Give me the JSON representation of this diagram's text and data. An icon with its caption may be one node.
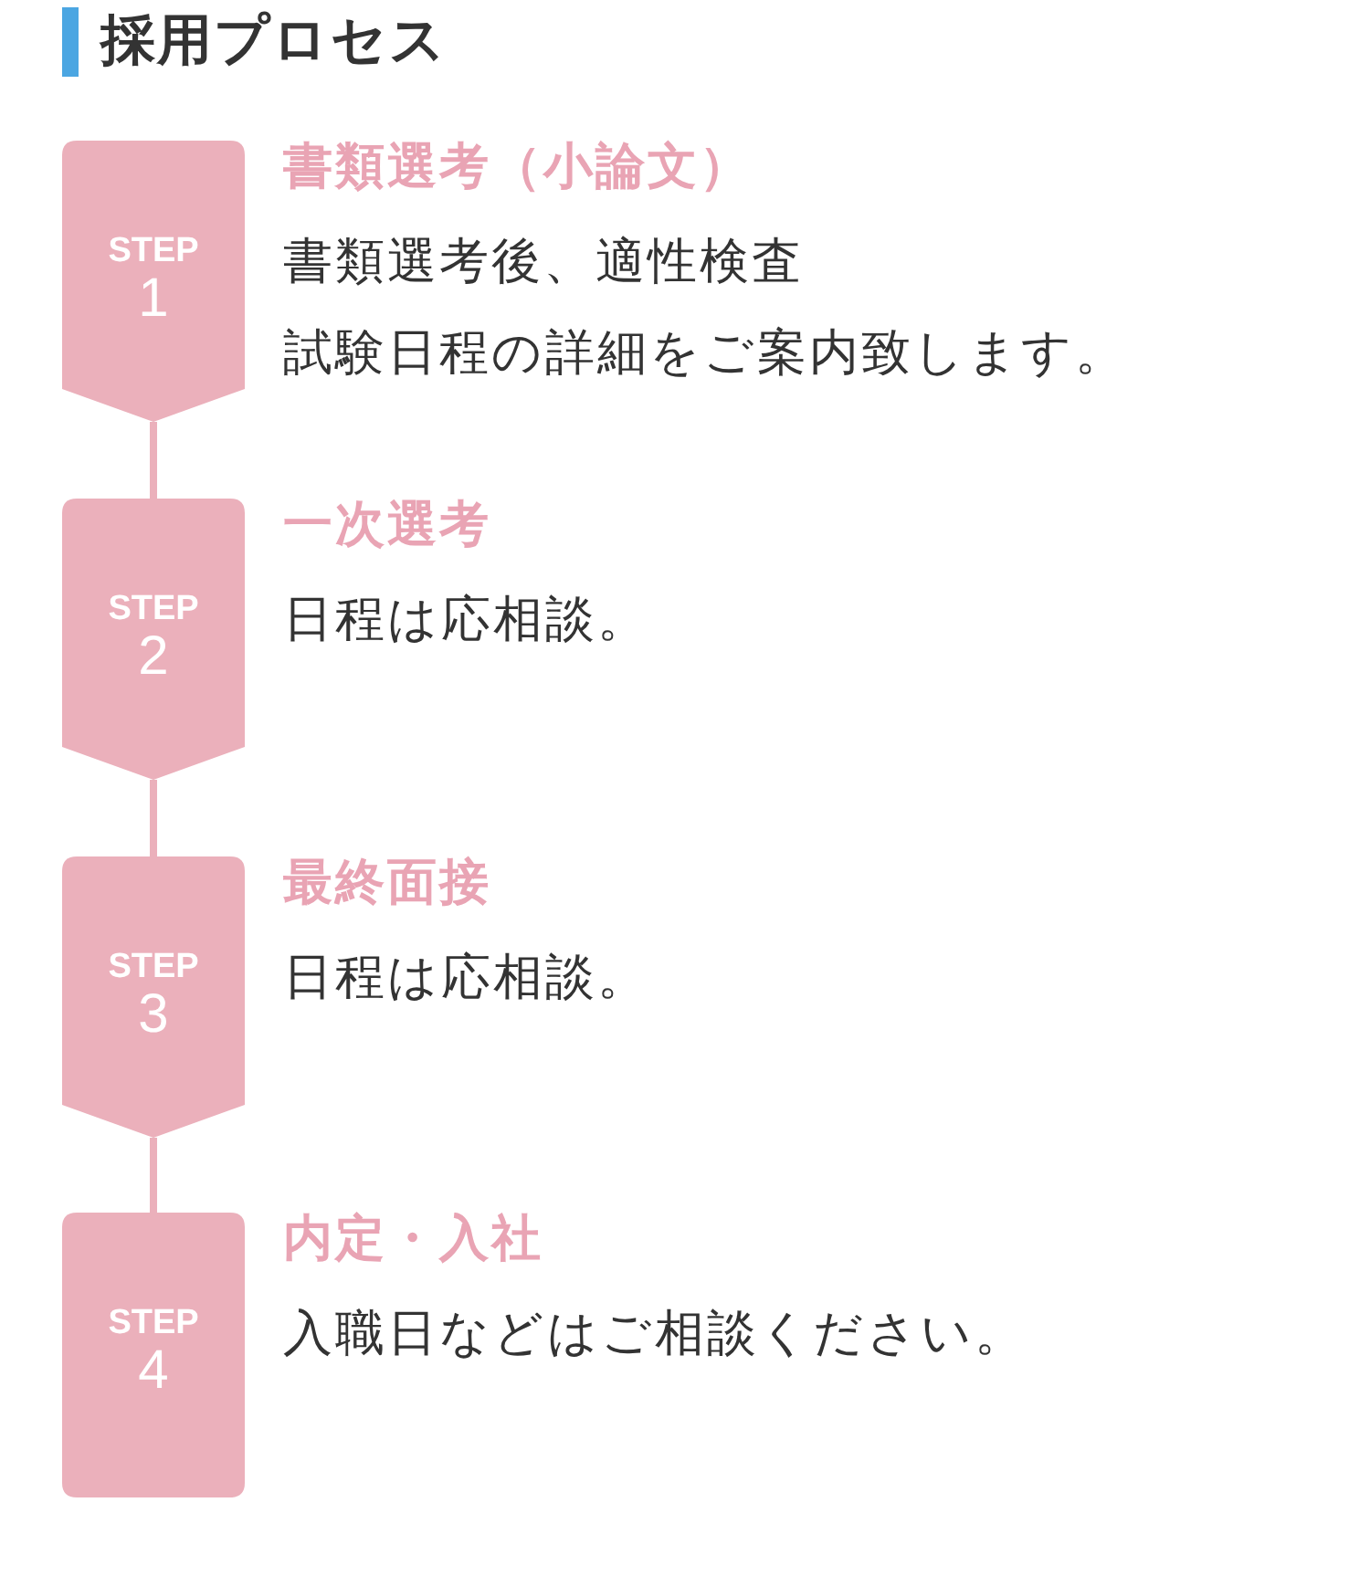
{
  "diagram": {
    "title": "採用プロセス",
    "nodes": [
      {
        "text": [
          "STEP",
          "1"
        ],
        "beside": [
          "書類選考（小論文）",
          "書類選考後、適性検査",
          "試験日程の詳細をご案内致します。"
        ]
      },
      {
        "text": [
          "STEP",
          "2"
        ],
        "beside": [
          "一次選考",
          "日程は応相談。"
        ]
      },
      {
        "text": [
          "STEP",
          "3"
        ],
        "beside": [
          "最終面接",
          "日程は応相談。"
        ]
      },
      {
        "text": [
          "STEP",
          "4"
        ],
        "beside": [
          "内定・入社",
          "入職日などはご相談ください。"
        ]
      }
    ],
    "edges": [
      {
        "from": 0,
        "to": 1,
        "arrow": "none"
      },
      {
        "from": 1,
        "to": 2,
        "arrow": "none"
      },
      {
        "from": 2,
        "to": 3,
        "arrow": "none"
      }
    ]
  }
}
